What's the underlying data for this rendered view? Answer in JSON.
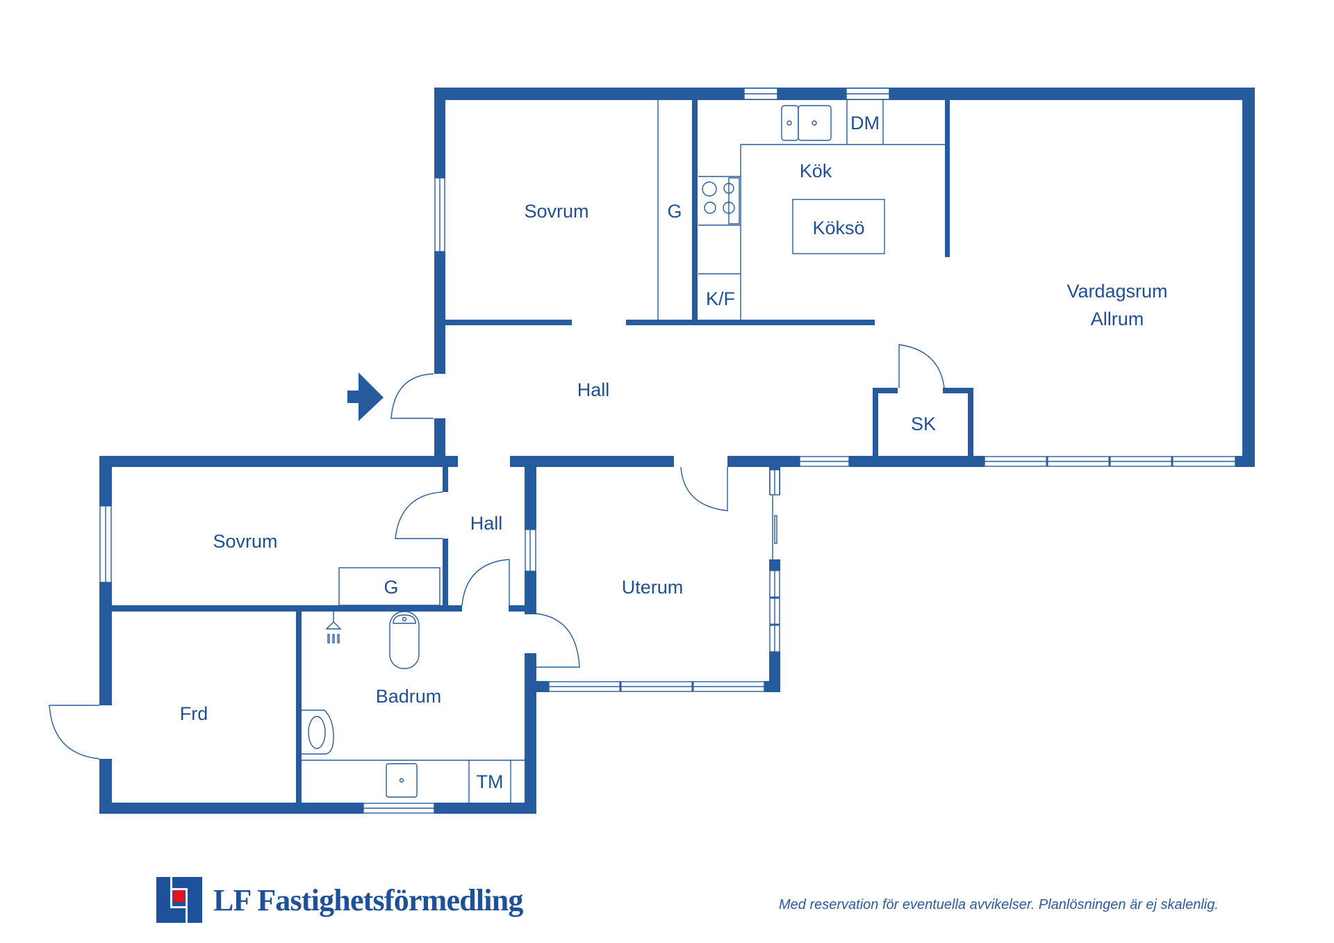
{
  "colors": {
    "wall": "#265c9e",
    "text": "#1f4f95",
    "logo_blue": "#1d5199",
    "logo_red": "#e3141b"
  },
  "rooms": {
    "sovrum_top": "Sovrum",
    "g_top": "G",
    "kok": "Kök",
    "dm": "DM",
    "kokso": "Köksö",
    "kf": "K/F",
    "vardagsrum": "Vardagsrum",
    "allrum": "Allrum",
    "hall_main": "Hall",
    "sk": "SK",
    "sovrum_bottom": "Sovrum",
    "hall_small": "Hall",
    "g_bottom": "G",
    "uterum": "Uterum",
    "frd": "Frd",
    "badrum": "Badrum",
    "tm": "TM"
  },
  "icons": {
    "entrance": "entrance-arrow-icon"
  },
  "footer": {
    "brand": "LF Fastighetsförmedling",
    "disclaimer": "Med reservation för eventuella avvikelser. Planlösningen är ej skalenlig."
  }
}
